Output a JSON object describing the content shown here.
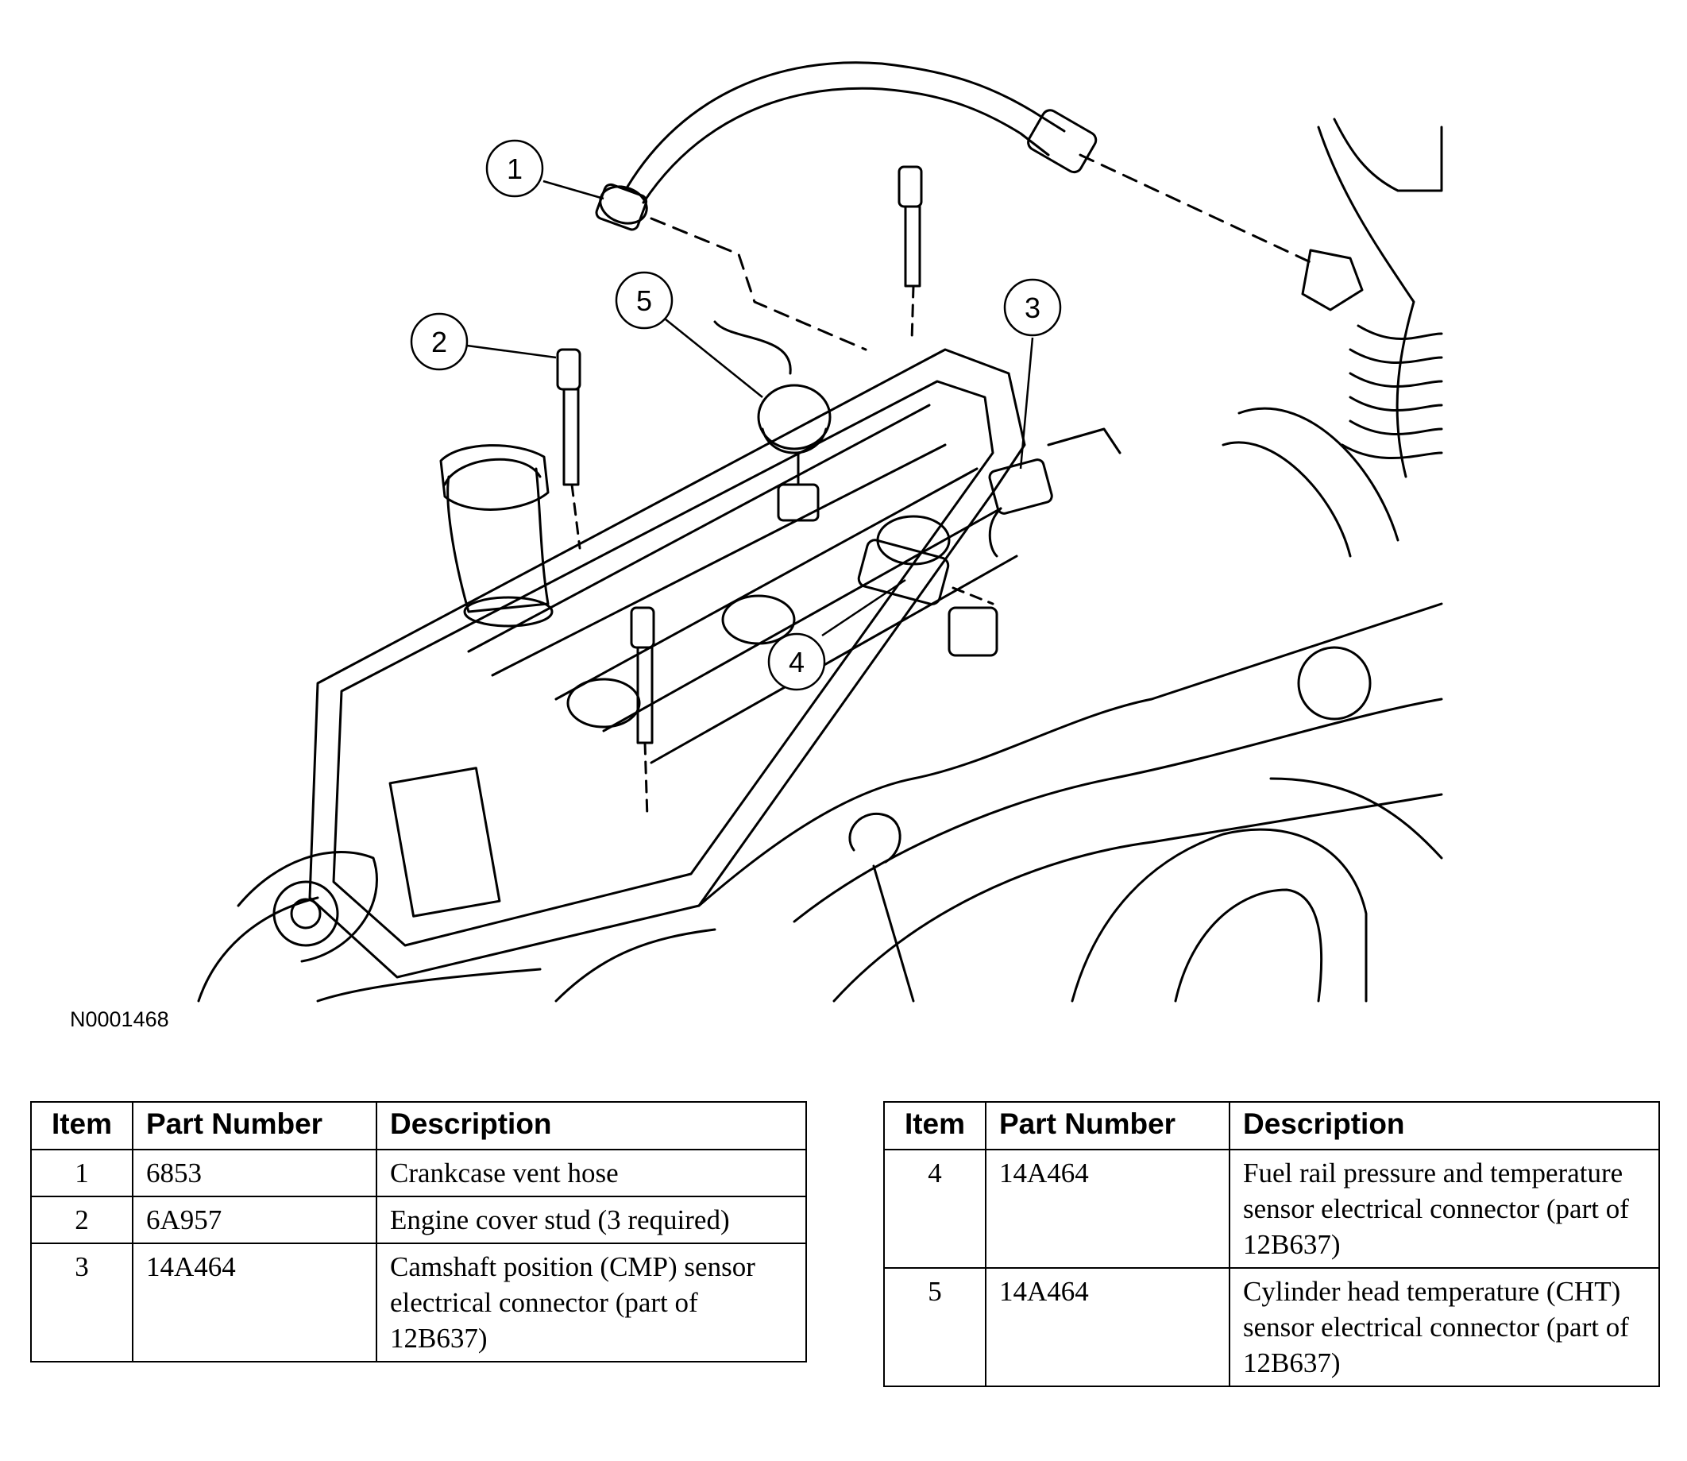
{
  "figure_id": "N0001468",
  "callouts": [
    {
      "label": "1"
    },
    {
      "label": "2"
    },
    {
      "label": "3"
    },
    {
      "label": "4"
    },
    {
      "label": "5"
    }
  ],
  "tables": {
    "headers": {
      "item": "Item",
      "part_number": "Part Number",
      "description": "Description"
    },
    "left_rows": [
      {
        "item": "1",
        "part_number": "6853",
        "description": "Crankcase vent hose"
      },
      {
        "item": "2",
        "part_number": "6A957",
        "description": "Engine cover stud (3 required)"
      },
      {
        "item": "3",
        "part_number": "14A464",
        "description": "Camshaft position (CMP) sensor electrical connector (part of 12B637)"
      }
    ],
    "right_rows": [
      {
        "item": "4",
        "part_number": "14A464",
        "description": "Fuel rail pressure and temperature sensor electrical connector (part of 12B637)"
      },
      {
        "item": "5",
        "part_number": "14A464",
        "description": "Cylinder head temperature (CHT) sensor electrical connector (part of 12B637)"
      }
    ]
  }
}
